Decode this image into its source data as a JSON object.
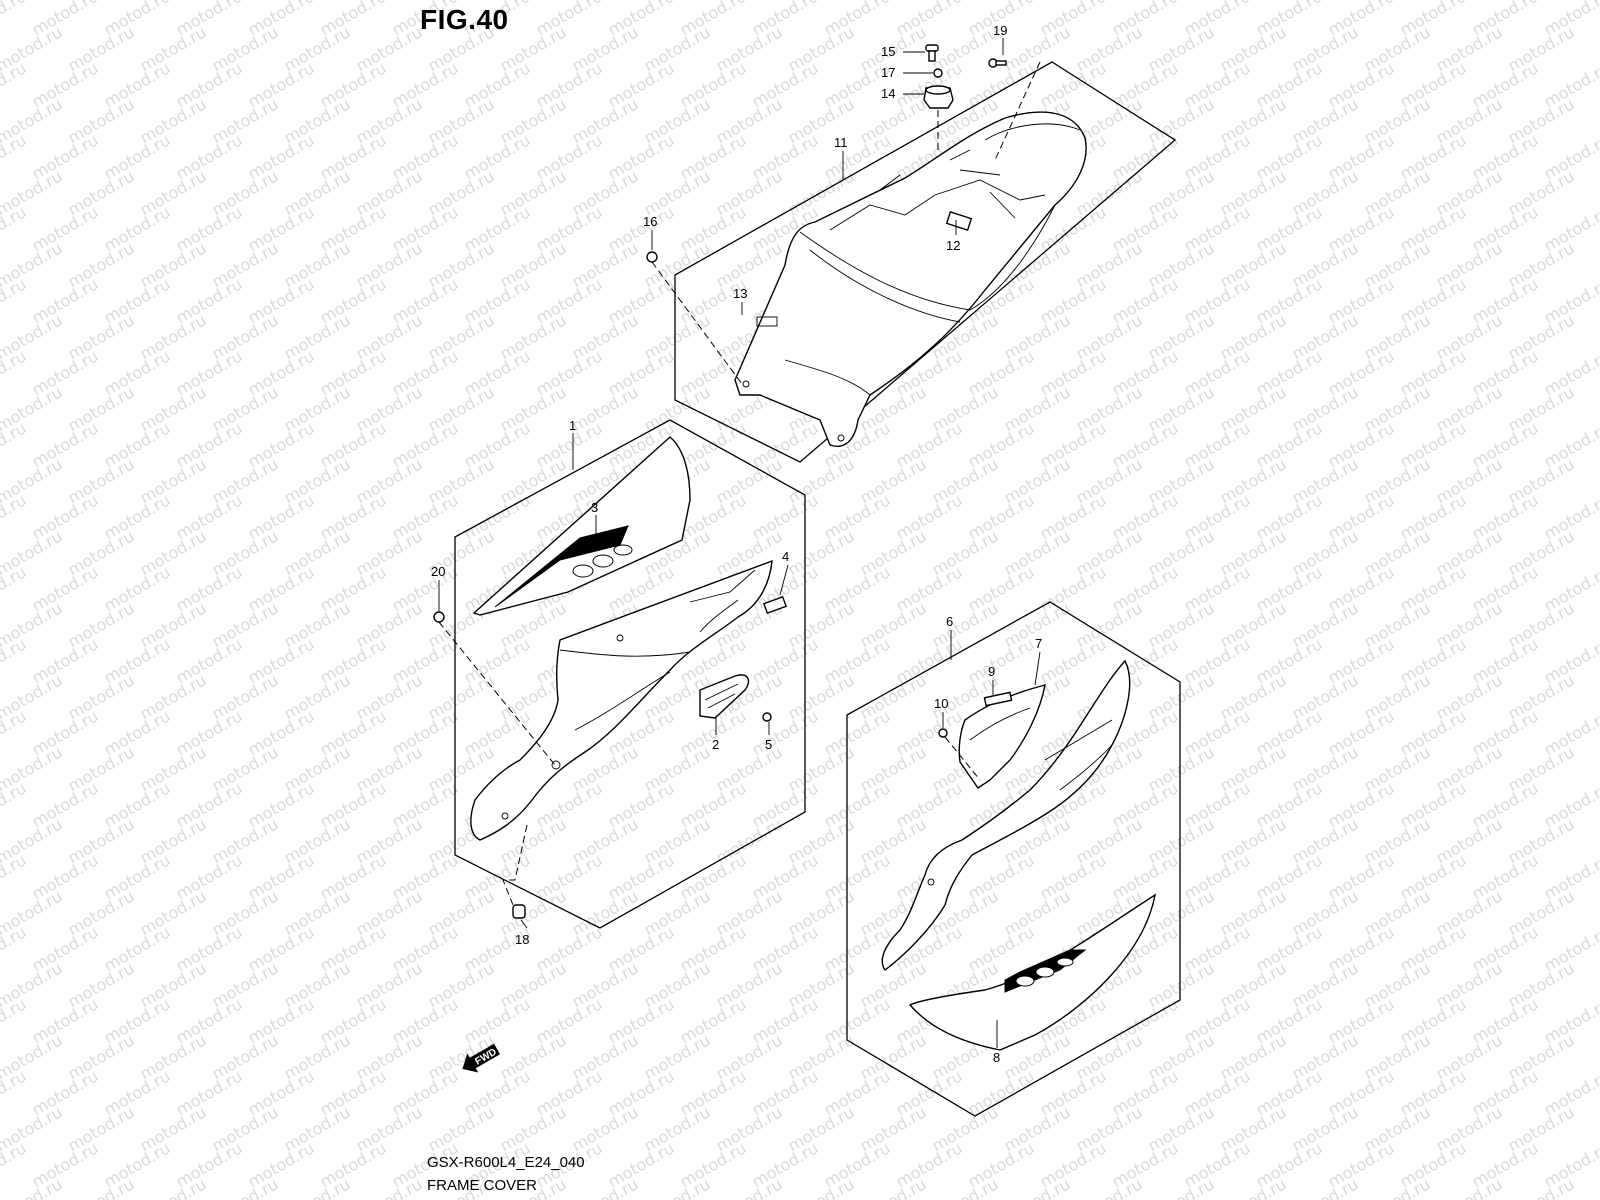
{
  "figure": {
    "title": "FIG.40",
    "model_code": "GSX-R600L4_E24_040",
    "caption": "FRAME COVER"
  },
  "watermark": {
    "text": "motod.ru",
    "color": "#d9d9d9"
  },
  "direction_marker": {
    "label": "FWD"
  },
  "callouts": [
    {
      "id": "callout-1",
      "label": "1"
    },
    {
      "id": "callout-2",
      "label": "2"
    },
    {
      "id": "callout-3",
      "label": "3"
    },
    {
      "id": "callout-4",
      "label": "4"
    },
    {
      "id": "callout-5",
      "label": "5"
    },
    {
      "id": "callout-6",
      "label": "6"
    },
    {
      "id": "callout-7",
      "label": "7"
    },
    {
      "id": "callout-8",
      "label": "8"
    },
    {
      "id": "callout-9",
      "label": "9"
    },
    {
      "id": "callout-10",
      "label": "10"
    },
    {
      "id": "callout-11",
      "label": "11"
    },
    {
      "id": "callout-12",
      "label": "12"
    },
    {
      "id": "callout-13",
      "label": "13"
    },
    {
      "id": "callout-14",
      "label": "14"
    },
    {
      "id": "callout-15",
      "label": "15"
    },
    {
      "id": "callout-16",
      "label": "16"
    },
    {
      "id": "callout-17",
      "label": "17"
    },
    {
      "id": "callout-18",
      "label": "18"
    },
    {
      "id": "callout-19",
      "label": "19"
    },
    {
      "id": "callout-20",
      "label": "20"
    }
  ]
}
